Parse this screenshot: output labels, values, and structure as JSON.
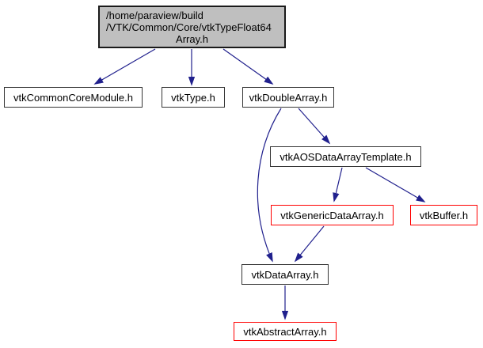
{
  "diagram": {
    "kind": "include-dependency-graph",
    "root_node": {
      "lines": [
        "/home/paraview/build",
        "/VTK/Common/Core/vtkTypeFloat64",
        "Array.h"
      ]
    },
    "nodes": [
      {
        "label": "vtkCommonCoreModule.h",
        "border": "dark"
      },
      {
        "label": "vtkType.h",
        "border": "dark"
      },
      {
        "label": "vtkDoubleArray.h",
        "border": "dark"
      },
      {
        "label": "vtkAOSDataArrayTemplate.h",
        "border": "dark"
      },
      {
        "label": "vtkGenericDataArray.h",
        "border": "red"
      },
      {
        "label": "vtkBuffer.h",
        "border": "red"
      },
      {
        "label": "vtkDataArray.h",
        "border": "dark"
      },
      {
        "label": "vtkAbstractArray.h",
        "border": "red"
      }
    ],
    "edges": [
      {
        "from": "root",
        "to": "vtkCommonCoreModule.h"
      },
      {
        "from": "root",
        "to": "vtkType.h"
      },
      {
        "from": "root",
        "to": "vtkDoubleArray.h"
      },
      {
        "from": "vtkDoubleArray.h",
        "to": "vtkAOSDataArrayTemplate.h"
      },
      {
        "from": "vtkDoubleArray.h",
        "to": "vtkDataArray.h"
      },
      {
        "from": "vtkAOSDataArrayTemplate.h",
        "to": "vtkGenericDataArray.h"
      },
      {
        "from": "vtkAOSDataArrayTemplate.h",
        "to": "vtkBuffer.h"
      },
      {
        "from": "vtkGenericDataArray.h",
        "to": "vtkDataArray.h"
      },
      {
        "from": "vtkDataArray.h",
        "to": "vtkAbstractArray.h"
      }
    ],
    "colors": {
      "edge": "#20208d",
      "node_border": "#353535",
      "highlight_border": "#ff0000",
      "root_fill": "#bfbfbf",
      "node_fill": "#ffffff",
      "text": "#000000",
      "background": "#ffffff"
    }
  }
}
